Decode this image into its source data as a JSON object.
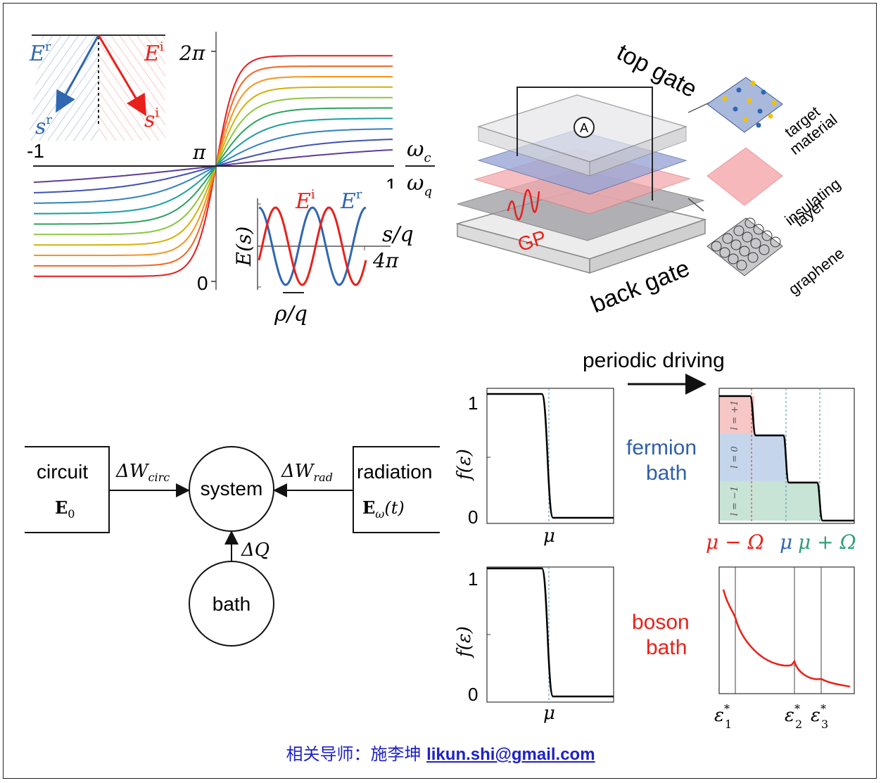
{
  "panel_a": {
    "y_ticks": [
      "2π",
      "π",
      "0"
    ],
    "x_ticks": [
      "-1",
      "1"
    ],
    "x_label_num": "ω",
    "x_label_num_sub": "c",
    "x_label_den": "ω",
    "x_label_den_sub": "q",
    "inset_er": "E",
    "inset_er_sup": "r",
    "inset_ei": "E",
    "inset_ei_sup": "i",
    "inset_sr": "s",
    "inset_sr_sup": "r",
    "inset_si": "s",
    "inset_si_sup": "i",
    "wave_ei": "E",
    "wave_ei_sup": "i",
    "wave_er": "E",
    "wave_er_sup": "r",
    "wave_ylabel": "E(s)",
    "wave_xlabel": "s/q",
    "wave_xtick": "4π",
    "wave_bottom": "ρ/q",
    "colors": [
      "#e41a1c",
      "#f26522",
      "#f7941d",
      "#d4b106",
      "#8dc63f",
      "#2ca25f",
      "#1b9e9e",
      "#3182bd",
      "#3f51b5",
      "#5e3c99"
    ]
  },
  "panel_b": {
    "top_gate": "top gate",
    "back_gate": "back gate",
    "gp": "GP",
    "ammeter": "A",
    "target_material": "target\nmaterial",
    "target_line1": "target",
    "target_line2": "material",
    "insulating_line1": "insulating",
    "insulating_line2": "layer",
    "graphene": "graphene"
  },
  "panel_c": {
    "circuit_label": "circuit",
    "circuit_field": "E",
    "circuit_field_sub": "0",
    "radiation_label": "radiation",
    "radiation_field": "E",
    "radiation_field_sub": "ω",
    "radiation_field_arg": "(t)",
    "delta_w_circ": "ΔW",
    "delta_w_circ_sub": "circ",
    "delta_w_rad": "ΔW",
    "delta_w_rad_sub": "rad",
    "system": "system",
    "bath": "bath",
    "delta_q": "ΔQ"
  },
  "panel_d": {
    "periodic_driving": "periodic driving",
    "fermion_bath_1": "fermion",
    "fermion_bath_2": "bath",
    "boson_bath_1": "boson",
    "boson_bath_2": "bath",
    "f_label": "f(ε)",
    "tick_1": "1",
    "tick_0": "0",
    "mu": "μ",
    "mu_minus": "μ − Ω",
    "mu_mid": "μ",
    "mu_plus": "μ + Ω",
    "l_plus": "l = +1",
    "l_zero": "l = 0",
    "l_minus": "l = −1",
    "eps1": "ε",
    "eps2": "ε",
    "eps3": "ε",
    "eps1_sub": "1",
    "eps2_sub": "2",
    "eps3_sub": "3",
    "eps_sup": "*",
    "fermion_color": "#2f5fa8",
    "boson_color": "#e8201a"
  },
  "footer": {
    "prefix": "相关导师：",
    "name": "施李坤",
    "email": "likun.shi@gmail.com"
  }
}
